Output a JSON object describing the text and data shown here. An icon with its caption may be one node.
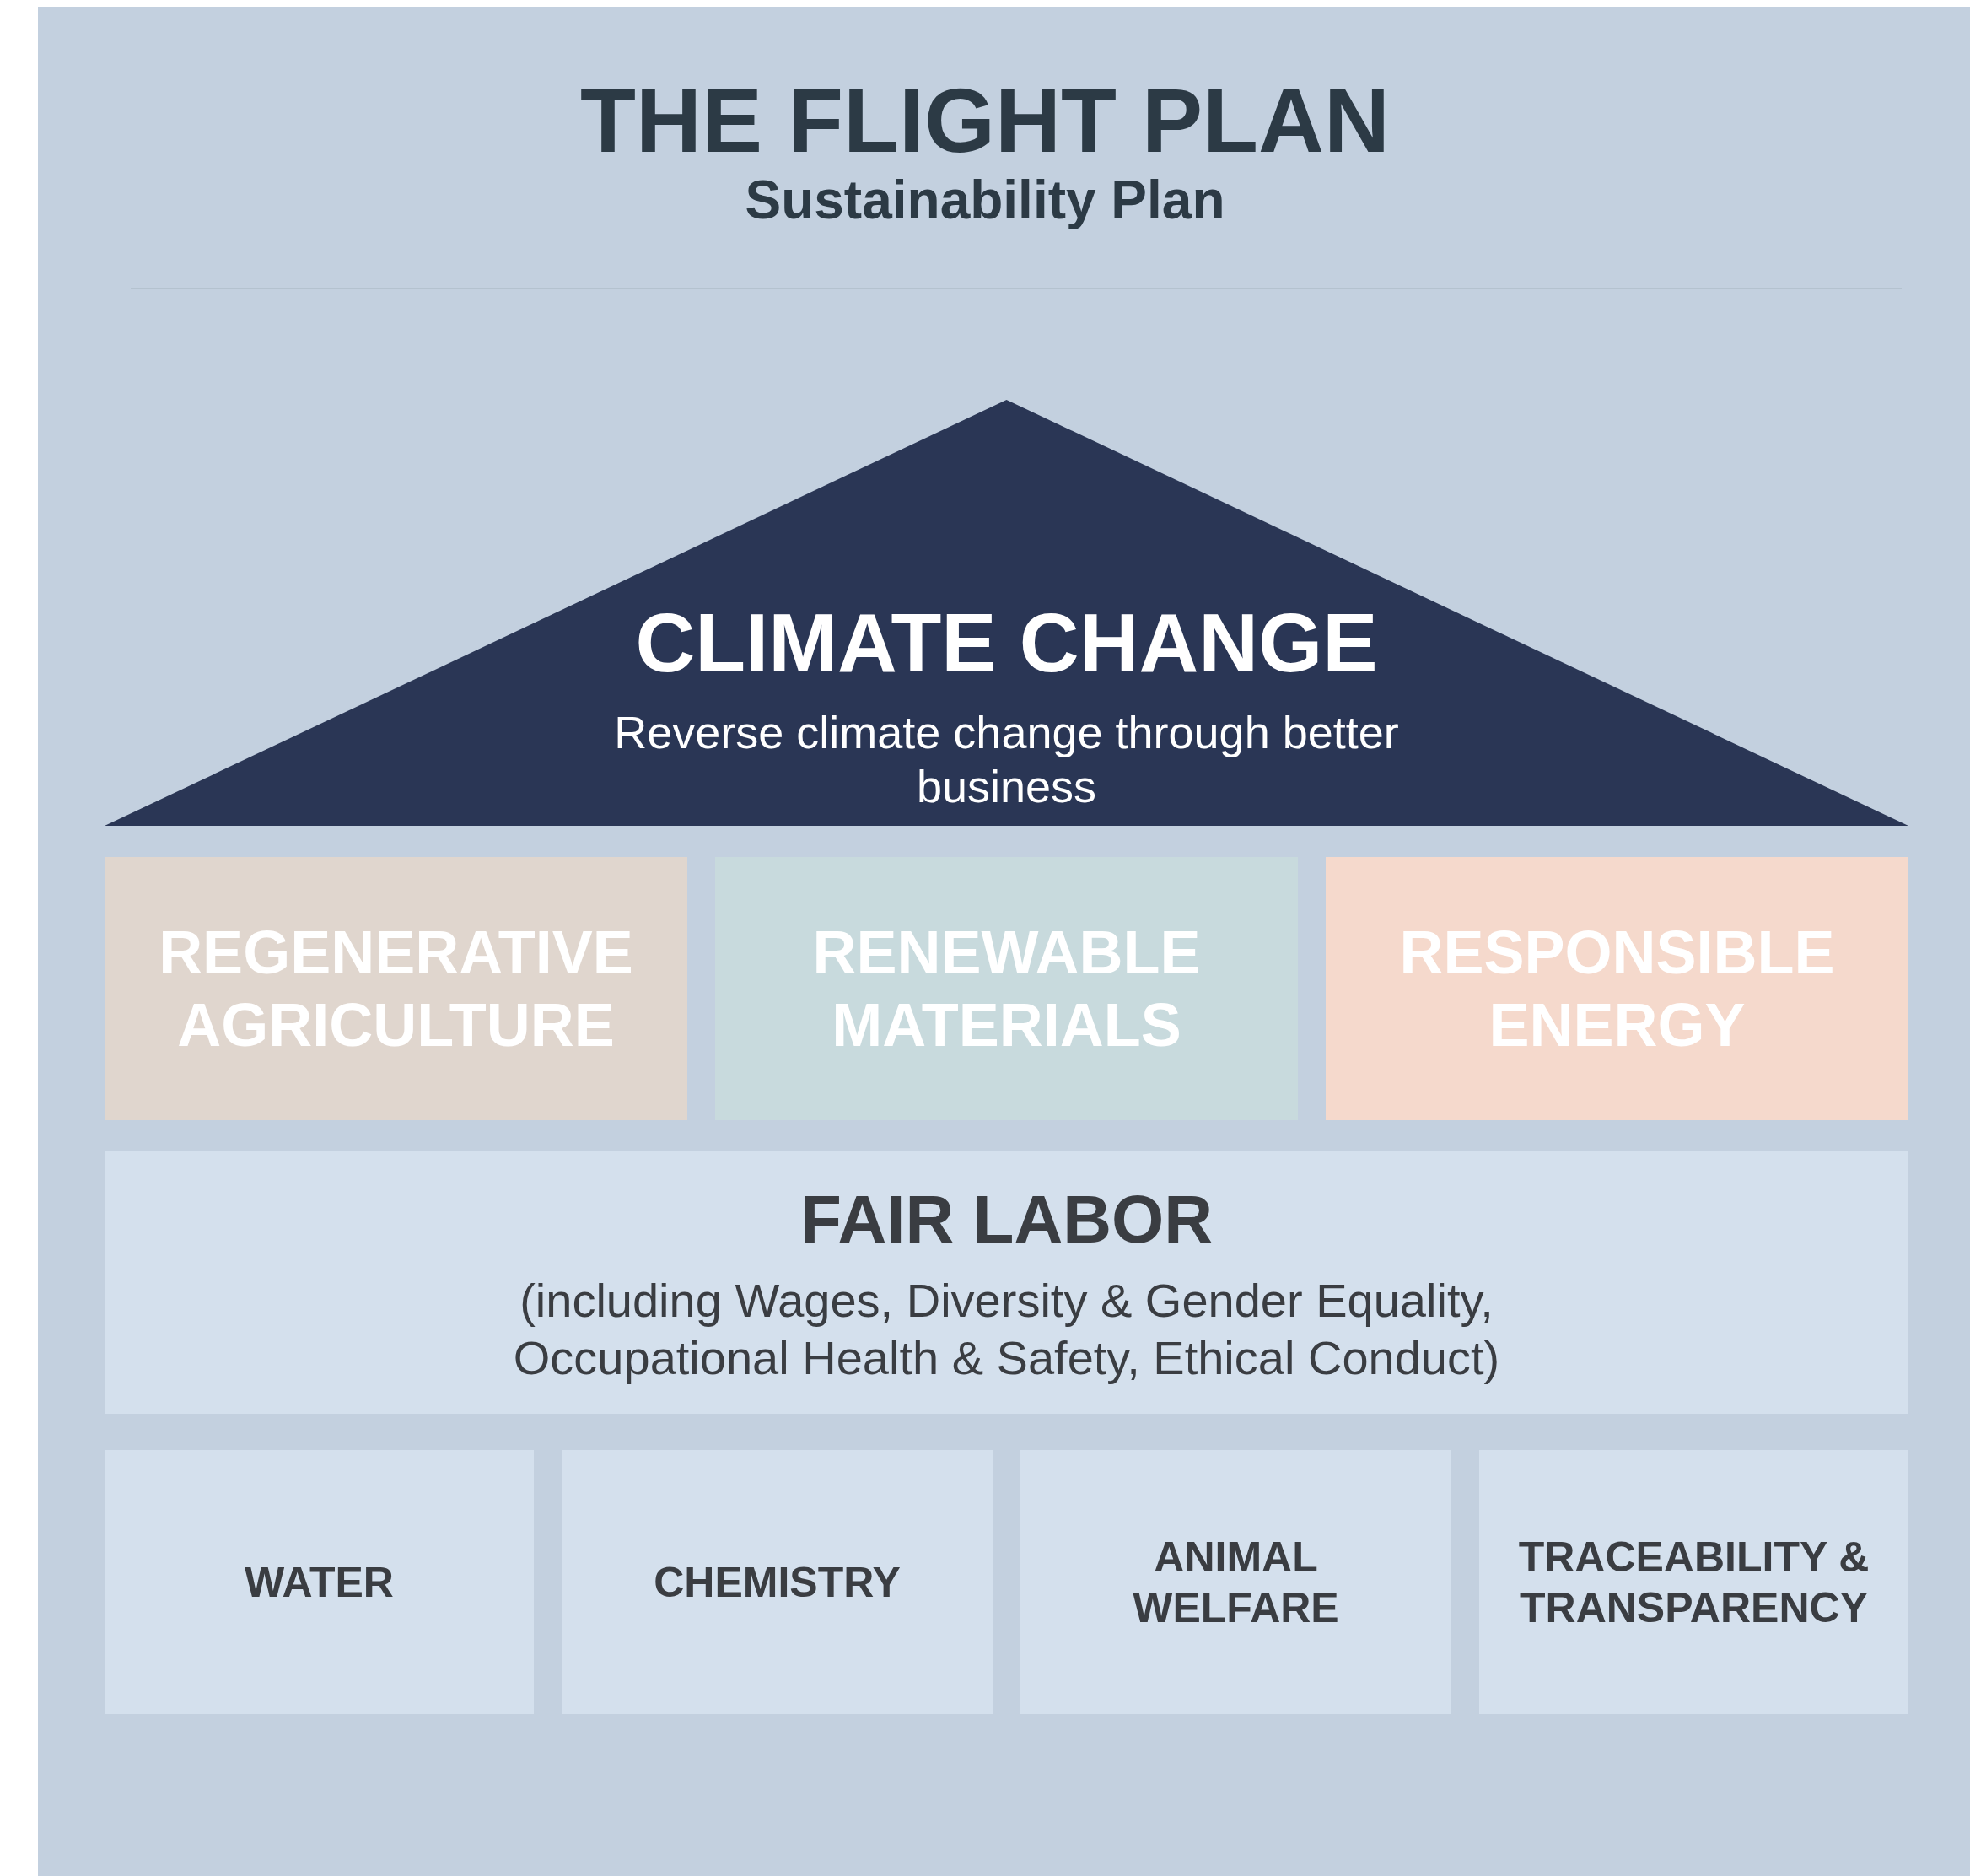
{
  "diagram": {
    "title": "THE FLIGHT PLAN",
    "nodes": [
      {
        "text": [
          "CLIMATE CHANGE",
          "Reverse climate change through better business"
        ]
      },
      {
        "text": [
          "REGENERATIVE AGRICULTURE"
        ]
      },
      {
        "text": [
          "RENEWABLE MATERIALS"
        ]
      },
      {
        "text": [
          "RESPONSIBLE ENERGY"
        ]
      },
      {
        "text": [
          "FAIR LABOR",
          "(including Wages, Diversity & Gender Equality, Occupational Health & Safety, Ethical Conduct)"
        ]
      },
      {
        "text": [
          "WATER"
        ]
      },
      {
        "text": [
          "CHEMISTRY"
        ]
      },
      {
        "text": [
          "ANIMAL WELFARE"
        ]
      },
      {
        "text": [
          "TRACEABILITY & TRANSPARENCY"
        ]
      }
    ],
    "labels": [
      "Sustainability Plan"
    ]
  }
}
